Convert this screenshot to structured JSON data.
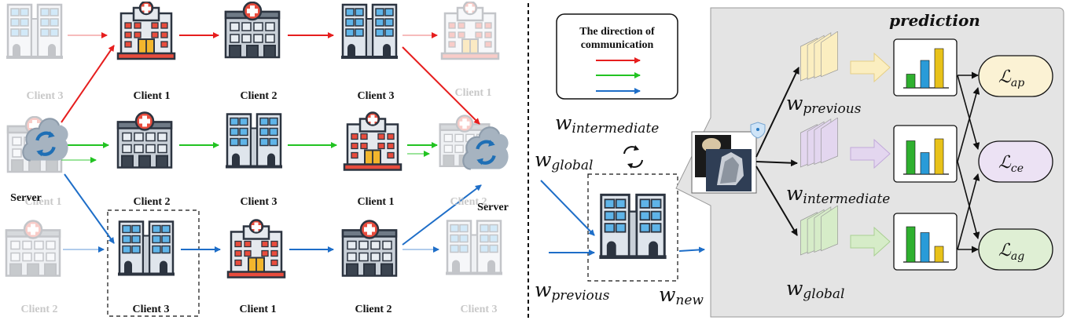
{
  "left_panel": {
    "row1": {
      "labels": [
        "Client 3",
        "Client 1",
        "Client 2",
        "Client 3",
        "Client 1"
      ],
      "arrow_color": "#e61e1e"
    },
    "row2": {
      "labels": [
        "Client 1",
        "Client 2",
        "Client 3",
        "Client 1",
        "Client 2"
      ],
      "arrow_color": "#22c322"
    },
    "row3": {
      "labels": [
        "Client 2",
        "Client 3",
        "Client 1",
        "Client 2",
        "Client 3"
      ],
      "arrow_color": "#1e6ec8"
    },
    "server_label": "Server",
    "server_label_right": "Server"
  },
  "legend": {
    "title_line1": "The direction  of",
    "title_line2": "communication",
    "arrow_colors": [
      "#e61e1e",
      "#22c322",
      "#1e6ec8"
    ]
  },
  "middle": {
    "w_intermediate": {
      "base": "w",
      "sub": "intermediate"
    },
    "w_global": {
      "base": "w",
      "sub": "global"
    },
    "w_previous": {
      "base": "w",
      "sub": "previous"
    },
    "w_new": {
      "base": "w",
      "sub": "new"
    },
    "sync_icon": "refresh-icon"
  },
  "right_panel": {
    "title": "prediction",
    "models": [
      {
        "base": "w",
        "sub": "previous",
        "color": "#fbeec0",
        "edge": "#e6cf86",
        "bars": [
          0.35,
          0.7,
          1.0
        ],
        "loss_base": "ℒ",
        "loss_sub": "ap",
        "loss_fill": "#fbf2d4"
      },
      {
        "base": "w",
        "sub": "intermediate",
        "color": "#e3d6ef",
        "edge": "#c2a9da",
        "bars": [
          0.85,
          0.55,
          0.9
        ],
        "loss_base": "ℒ",
        "loss_sub": "ce",
        "loss_fill": "#ece2f4"
      },
      {
        "base": "w",
        "sub": "global",
        "color": "#d6ecc8",
        "edge": "#a9cf92",
        "bars": [
          0.9,
          0.75,
          0.4
        ],
        "loss_base": "ℒ",
        "loss_sub": "ag",
        "loss_fill": "#dfefd4"
      }
    ],
    "bar_colors": [
      "#2fb02f",
      "#2a9bd8",
      "#e8c21a"
    ],
    "panel_fill": "#e4e4e4"
  }
}
